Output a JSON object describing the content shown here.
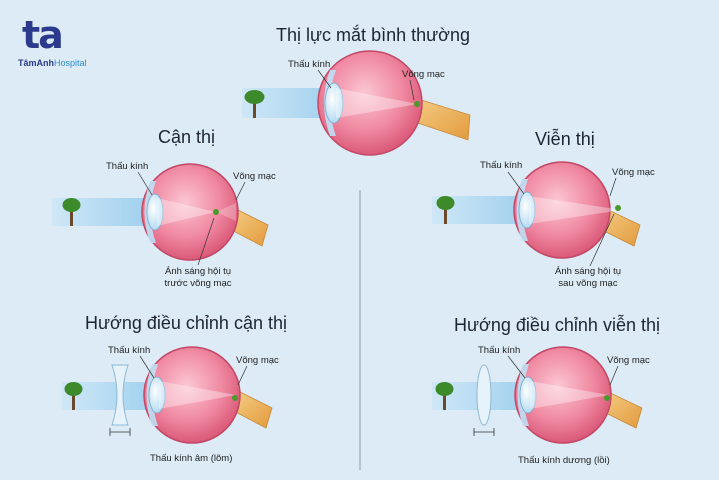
{
  "logo": {
    "mark": "ta",
    "name": "TâmAnh",
    "suffix": "Hospital"
  },
  "panels": {
    "normal": {
      "title": "Thị lực mắt bình thường",
      "lens": "Thấu kính",
      "retina": "Võng mạc"
    },
    "myopia": {
      "title": "Cận thị",
      "lens": "Thấu kính",
      "retina": "Võng mạc",
      "focus_line1": "Ánh sáng hội tụ",
      "focus_line2": "trước võng mạc"
    },
    "hyperopia": {
      "title": "Viễn thị",
      "lens": "Thấu kính",
      "retina": "Võng mạc",
      "focus_line1": "Ánh sáng hội tụ",
      "focus_line2": "sau võng mạc"
    },
    "myopia_fix": {
      "title": "Hướng điều chỉnh cận thị",
      "lens": "Thấu kính",
      "retina": "Võng mạc",
      "corrective": "Thấu kính âm (lõm)"
    },
    "hyperopia_fix": {
      "title": "Hướng điều chỉnh viễn thị",
      "lens": "Thấu kính",
      "retina": "Võng mạc",
      "corrective": "Thấu kính dương (lồi)"
    }
  },
  "colors": {
    "background": "#dcebf6",
    "eyeball": "#e86a86",
    "beam": "#8fc8ea",
    "tree": "#3c8a2a",
    "nerve": "#e8b25a",
    "retina_spot": "#4a9a2a",
    "title": "#1e2532",
    "brand": "#2b3a8c"
  }
}
